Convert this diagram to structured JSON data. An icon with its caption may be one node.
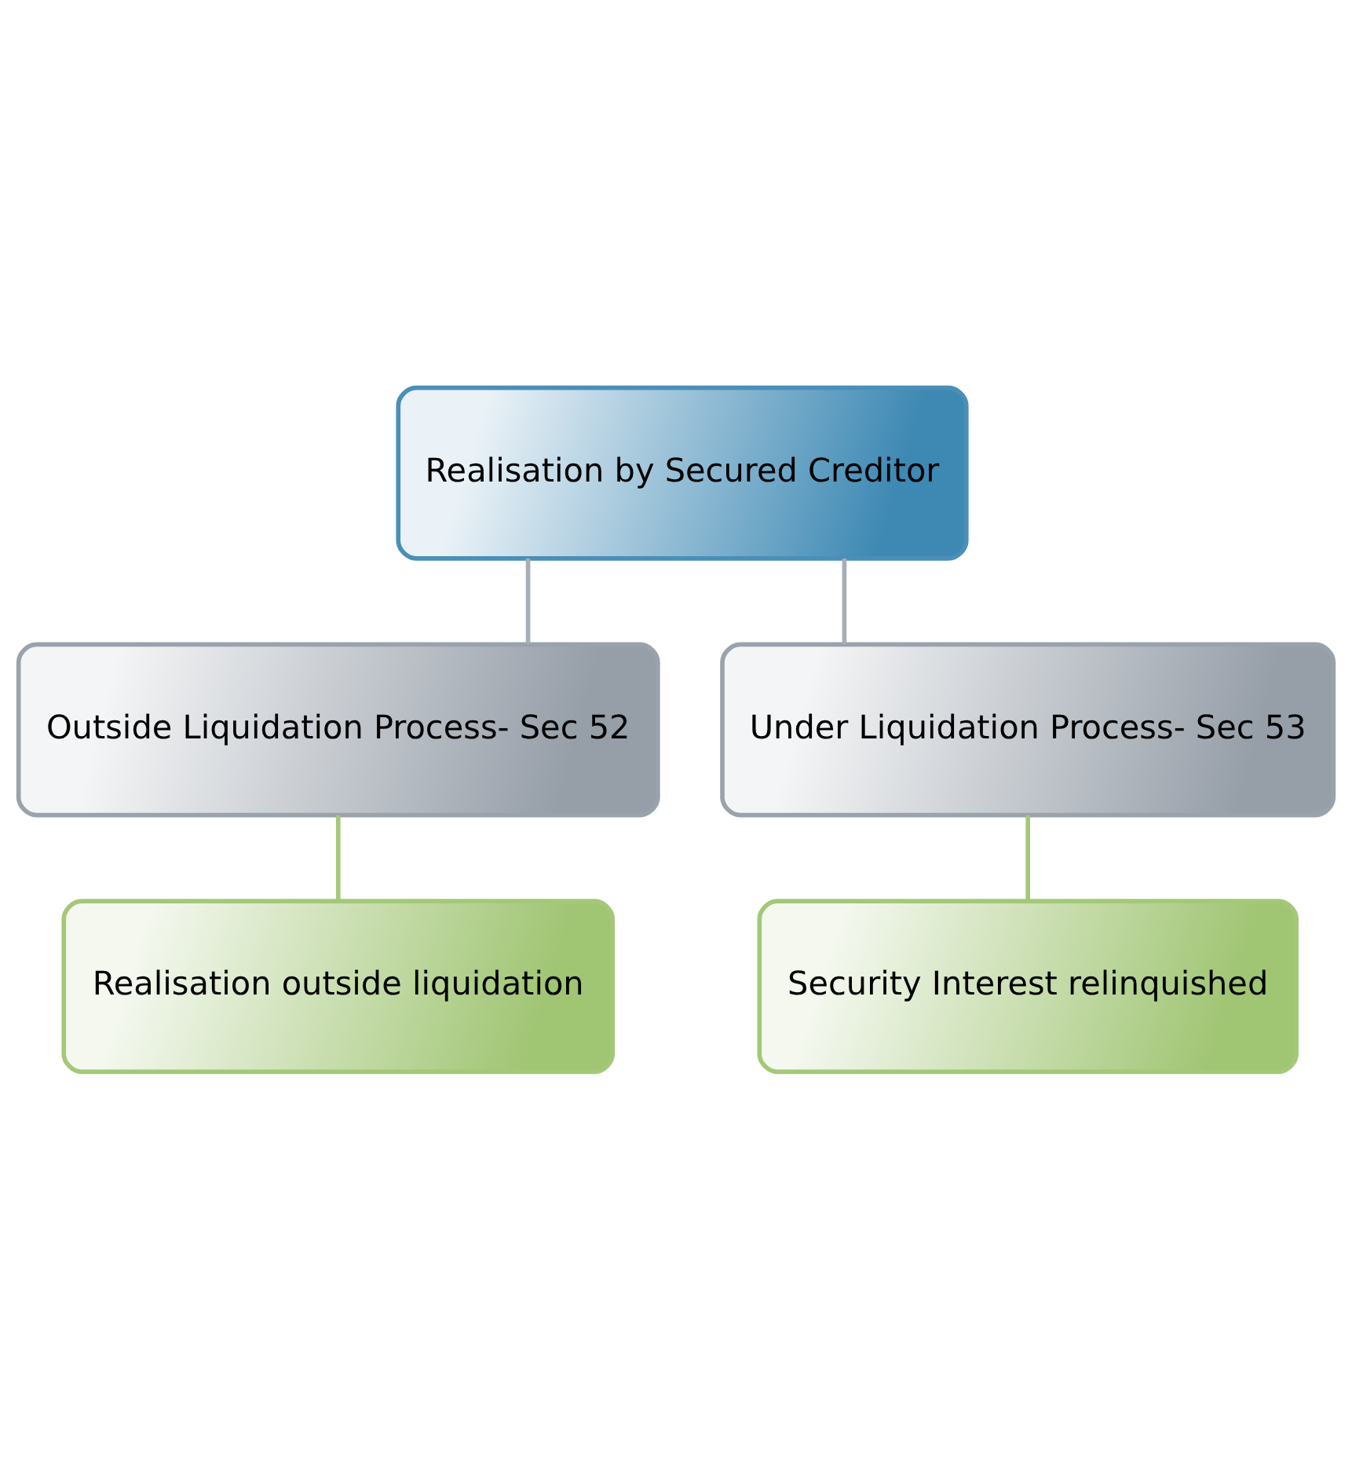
{
  "diagram": {
    "nodes": [
      {
        "text": [
          "Realisation by Secured Creditor"
        ]
      },
      {
        "text": [
          "Outside Liquidation Process- Sec 52"
        ]
      },
      {
        "text": [
          "Under Liquidation Process- Sec 53"
        ]
      },
      {
        "text": [
          "Realisation outside liquidation"
        ]
      },
      {
        "text": [
          "Security Interest relinquished"
        ]
      }
    ],
    "edges": [
      {
        "from": 0,
        "to": 1,
        "arrow": "none",
        "color": "#a6aeb6"
      },
      {
        "from": 0,
        "to": 2,
        "arrow": "none",
        "color": "#a6aeb6"
      },
      {
        "from": 1,
        "to": 3,
        "arrow": "none",
        "color": "#a4c878"
      },
      {
        "from": 2,
        "to": 4,
        "arrow": "none",
        "color": "#a4c878"
      }
    ]
  }
}
